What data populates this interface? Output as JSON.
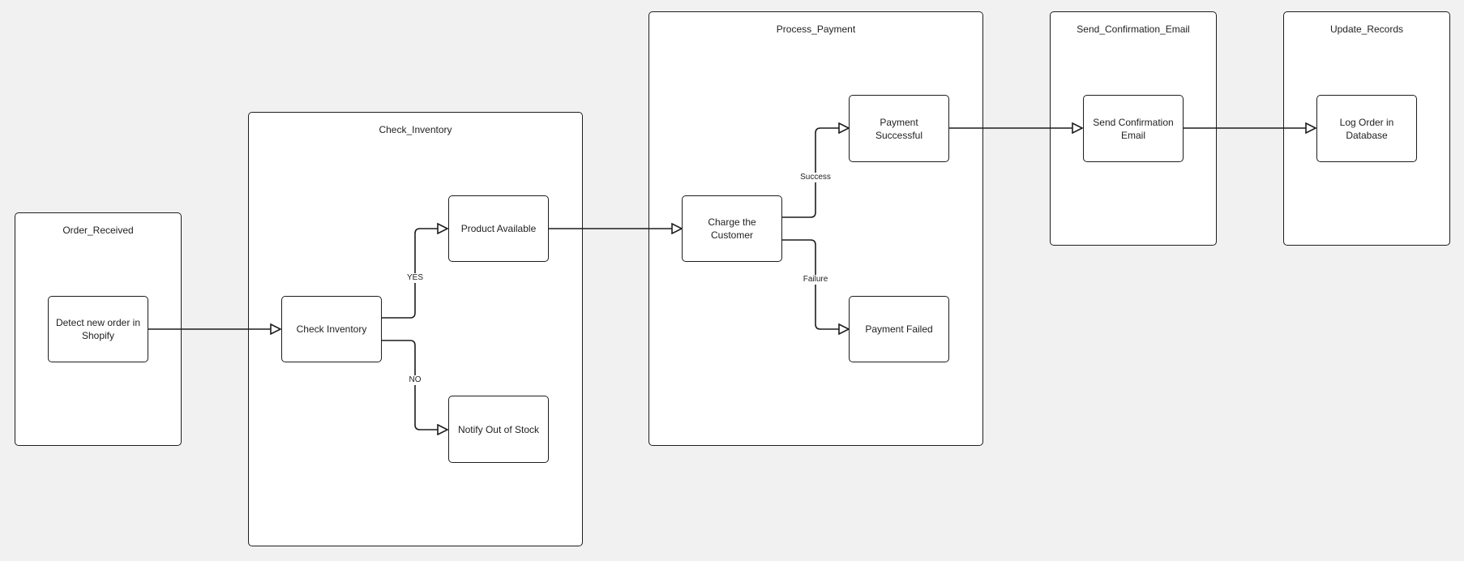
{
  "containers": {
    "order_received": "Order_Received",
    "check_inventory": "Check_Inventory",
    "process_payment": "Process_Payment",
    "send_confirmation_email": "Send_Confirmation_Email",
    "update_records": "Update_Records"
  },
  "nodes": {
    "detect_new_order": "Detect new order in Shopify",
    "check_inventory": "Check Inventory",
    "product_available": "Product Available",
    "notify_out_of_stock": "Notify Out of Stock",
    "charge_customer": "Charge the Customer",
    "payment_successful": "Payment Successful",
    "payment_failed": "Payment Failed",
    "send_confirmation_email": "Send Confirmation Email",
    "log_order": "Log Order in Database"
  },
  "edge_labels": {
    "yes": "YES",
    "no": "NO",
    "success": "Success",
    "failure": "Failure"
  },
  "colors": {
    "background": "#f1f1f1",
    "stroke": "#1d1d1d",
    "fill": "#ffffff"
  }
}
